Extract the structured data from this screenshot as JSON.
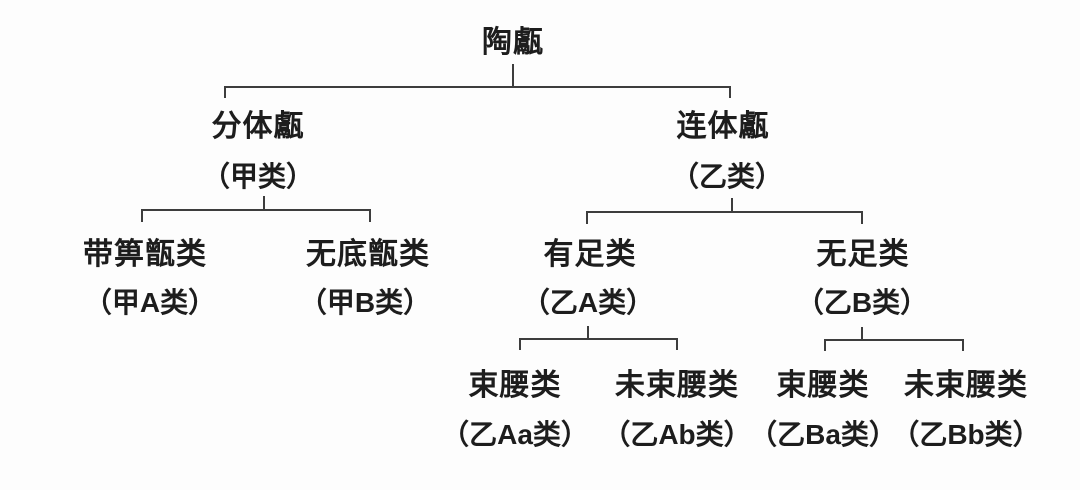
{
  "diagram_title": "陶甗",
  "tree": {
    "root": {
      "label": "陶甗"
    },
    "level2": [
      {
        "label": "分体甗",
        "code": "（甲类）"
      },
      {
        "label": "连体甗",
        "code": "（乙类）"
      }
    ],
    "level3": [
      {
        "label": "带箅甑类",
        "code": "（甲A类）"
      },
      {
        "label": "无底甑类",
        "code": "（甲B类）"
      },
      {
        "label": "有足类",
        "code": "（乙A类）"
      },
      {
        "label": "无足类",
        "code": "（乙B类）"
      }
    ],
    "level4": [
      {
        "label": "束腰类",
        "code": "（乙Aa类）"
      },
      {
        "label": "未束腰类",
        "code": "（乙Ab类）"
      },
      {
        "label": "束腰类",
        "code": "（乙Ba类）"
      },
      {
        "label": "未束腰类",
        "code": "（乙Bb类）"
      }
    ]
  },
  "colors": {
    "line": "#3d3d3d",
    "text": "#1d1d1d",
    "background": "#fdfdfd"
  }
}
